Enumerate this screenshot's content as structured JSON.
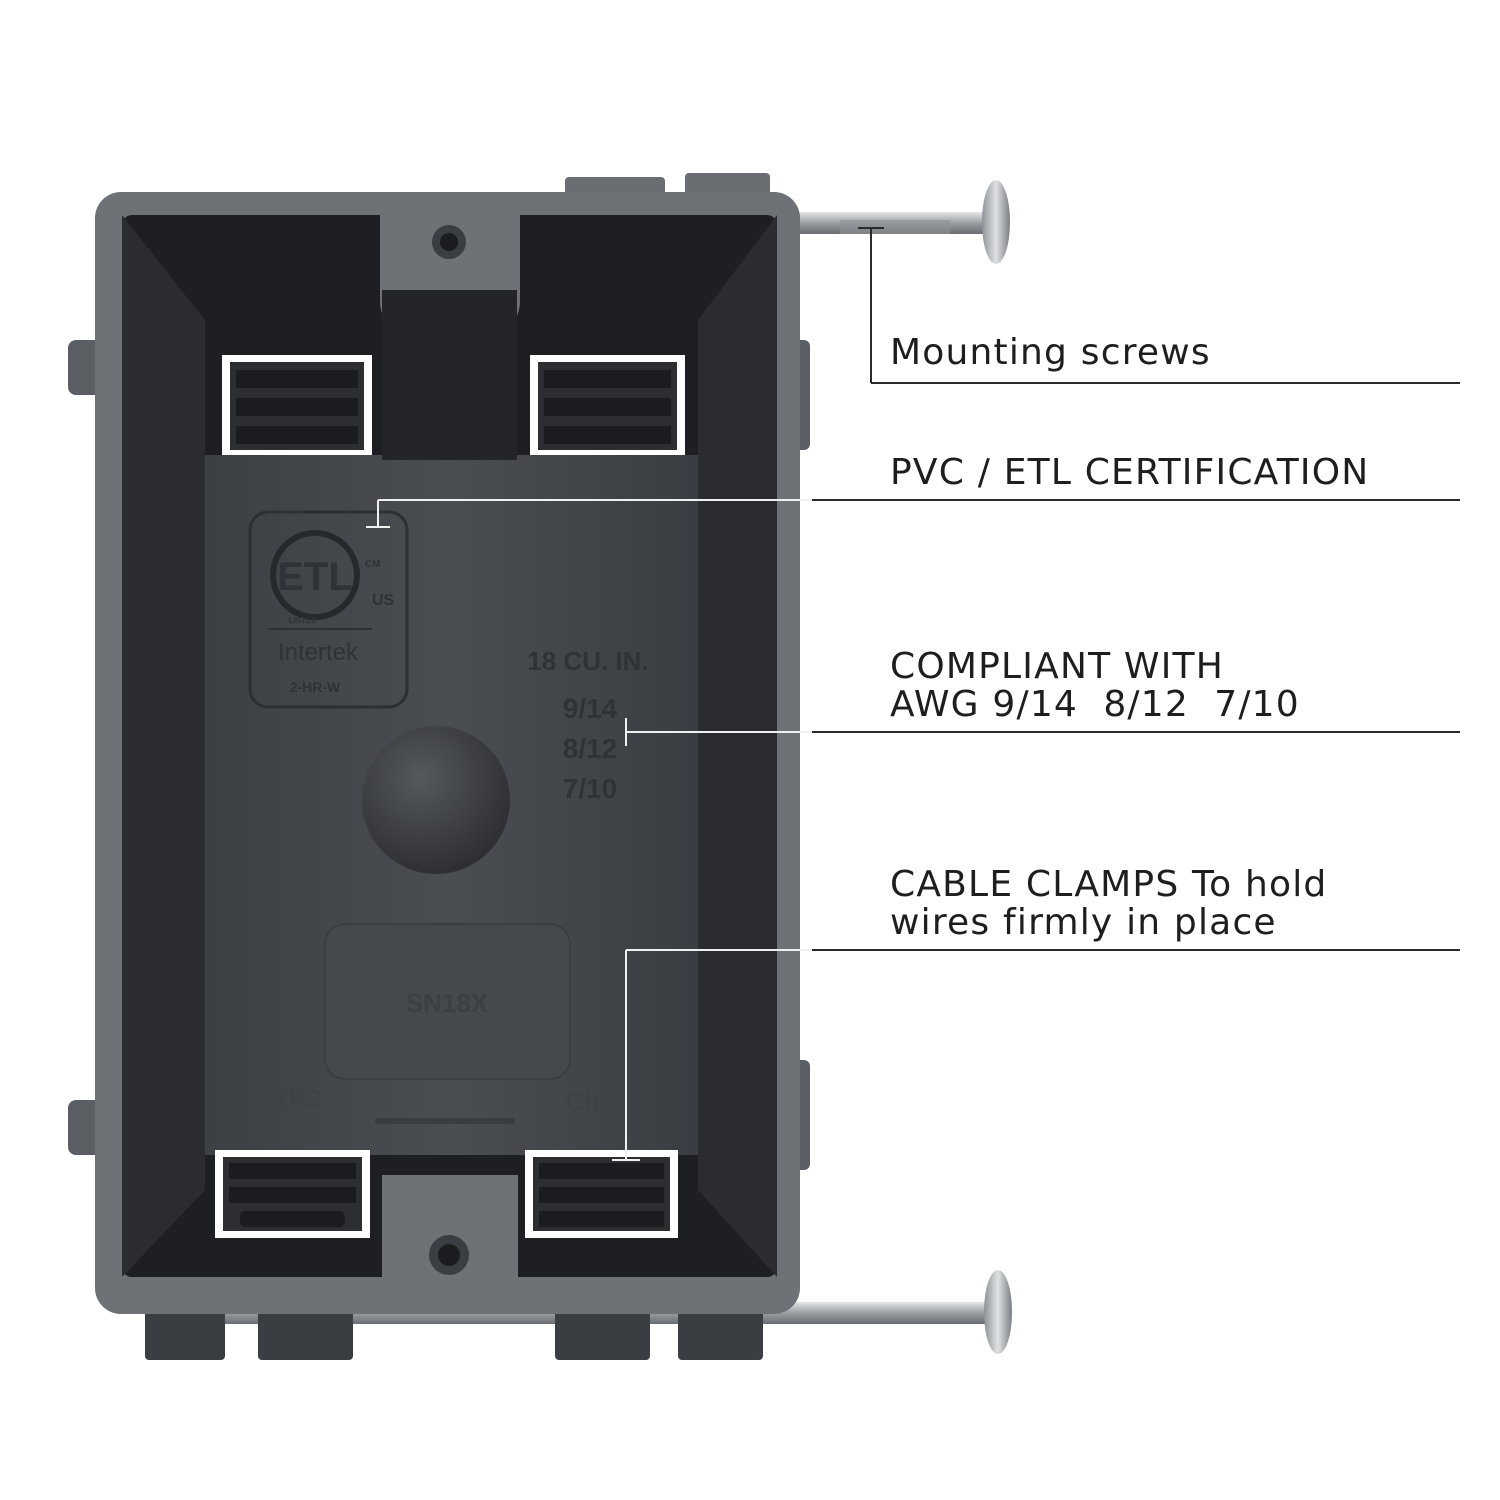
{
  "callouts": {
    "screws": {
      "lines": [
        "Mounting screws"
      ]
    },
    "certification": {
      "lines": [
        "PVC / ETL CERTIFICATION"
      ]
    },
    "compliance": {
      "lines": [
        "COMPLIANT WITH",
        "AWG 9/14  8/12  7/10"
      ]
    },
    "clamps": {
      "lines": [
        "CABLE CLAMPS To hold",
        "wires firmly in place"
      ]
    }
  },
  "box_markings": {
    "etl_logo": "ETL",
    "cm_mark": "CM",
    "us_mark": "US",
    "listed_mark": "LISTED",
    "certifier": "Intertek",
    "rating": "2-HR-W",
    "capacity": "18 CU. IN.",
    "awg_sizes": [
      "9/14",
      "8/12",
      "7/10"
    ],
    "model": "SN18X",
    "mold_code": "1B3",
    "origin": "China"
  },
  "colors": {
    "box_body": "#6e7176",
    "box_interior": "#1d1f22",
    "back_panel": "#44474b",
    "text": "#1e1e1e",
    "callout_line": "#2a2a2a",
    "nail": "#b9bcbf"
  }
}
